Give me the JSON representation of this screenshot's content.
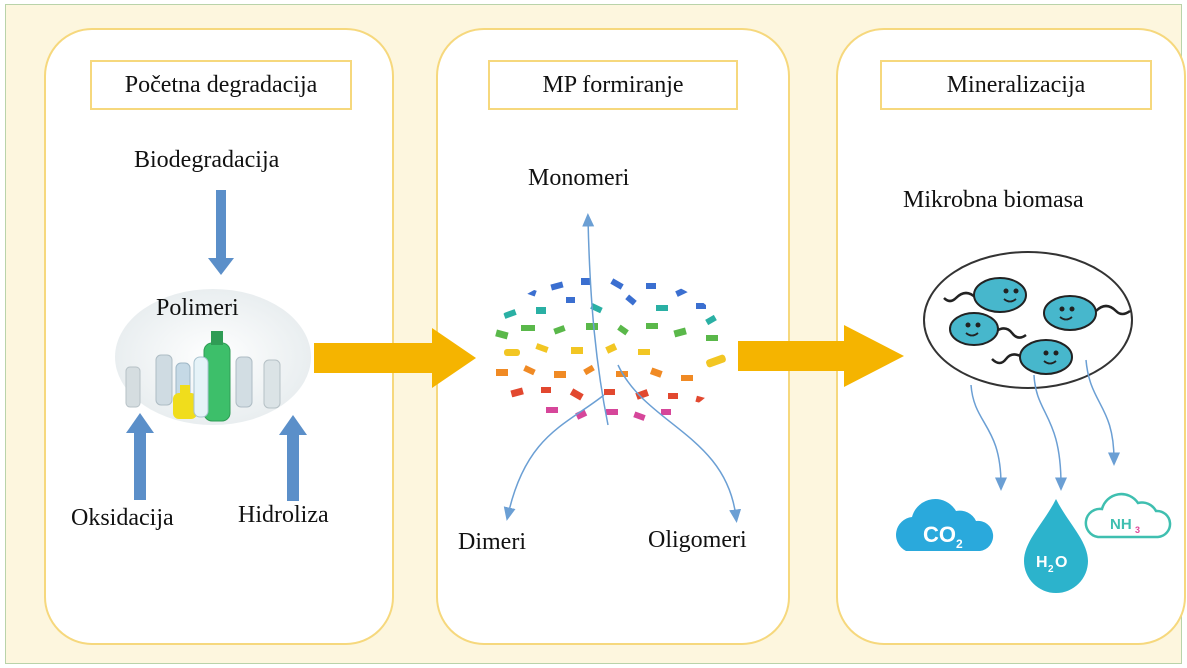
{
  "stages": [
    {
      "title": "Početna degradacija",
      "labels": {
        "top": "Biodegradacija",
        "center": "Polimeri",
        "bottom_left": "Oksidacija",
        "bottom_right": "Hidroliza"
      }
    },
    {
      "title": "MP formiranje",
      "labels": {
        "top": "Monomeri",
        "bottom_left": "Dimeri",
        "bottom_right": "Oligomeri"
      }
    },
    {
      "title": "Mineralizacija",
      "labels": {
        "top": "Mikrobna biomasa"
      },
      "products": {
        "co2": "CO",
        "co2_sub": "2",
        "water": "H",
        "water_sub": "2",
        "water_end": "O",
        "ammonia": "NH",
        "ammonia_sub": "3"
      }
    }
  ],
  "colors": {
    "background": "#fdf6de",
    "panel_border": "#f6d87d",
    "big_arrow": "#f5b400",
    "blue_arrow": "#5b8fc9",
    "thin_arrow": "#6b9fd4",
    "bacteria": "#47b7cc",
    "co2": "#2aa9dc",
    "water": "#2cb3cc",
    "ammonia": "#3fbfb0"
  },
  "icons": [
    "bottles-image",
    "microplastics-image",
    "bacteria-icon",
    "cloud-icon",
    "water-drop-icon"
  ]
}
